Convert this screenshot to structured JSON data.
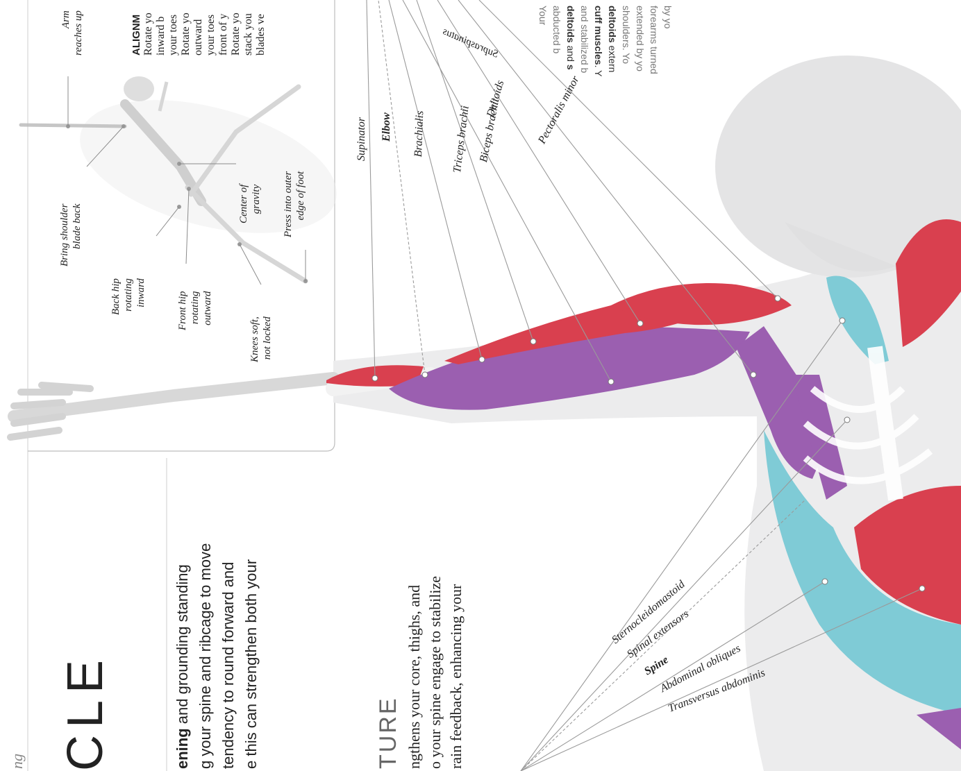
{
  "page": {
    "header_fragment": "ng",
    "title_fragment": "CLE",
    "intro_lines": [
      {
        "bold": "ening",
        "rest": " and grounding standing"
      },
      {
        "bold": "",
        "rest": "g your spine and ribcage to move"
      },
      {
        "bold": "",
        "rest": "tendency to round forward and"
      },
      {
        "bold": "",
        "rest": "e this can strengthen both your"
      }
    ],
    "section_heading": "TURE",
    "section_lines": [
      "ngthens your core, thighs, and",
      "o your spine engage to stabilize",
      "rain feedback, enhancing your"
    ]
  },
  "alignment_box": {
    "heading": "ALIGNM",
    "lines": [
      "Rotate yo",
      "inward b",
      "your toes",
      "Rotate yo",
      "outward",
      "your toes",
      "front of y",
      "Rotate yo",
      "stack you",
      "blades ve"
    ]
  },
  "skeleton_labels": [
    {
      "id": "arm",
      "lines": [
        "Arm",
        "reaches up"
      ]
    },
    {
      "id": "shoulder",
      "lines": [
        "Bring shoulder",
        "blade back"
      ]
    },
    {
      "id": "back_hip",
      "lines": [
        "Back hip",
        "rotating",
        "inward"
      ]
    },
    {
      "id": "front_hip",
      "lines": [
        "Front hip",
        "rotating",
        "outward"
      ]
    },
    {
      "id": "knees",
      "lines": [
        "Knees soft,",
        "not locked"
      ]
    },
    {
      "id": "gravity",
      "lines": [
        "Center of",
        "gravity"
      ]
    },
    {
      "id": "foot",
      "lines": [
        "Press into outer",
        "edge of foot"
      ]
    }
  ],
  "muscle_labels_top": [
    {
      "text": "Supinator",
      "bold": false
    },
    {
      "text": "Elbow",
      "bold": true
    },
    {
      "text": "Brachialis",
      "bold": false
    },
    {
      "text": "Triceps brachii",
      "bold": false
    },
    {
      "text": "Biceps brachii",
      "bold": false
    },
    {
      "text": "Deltoids",
      "bold": false
    },
    {
      "text": "Pectoralis minor",
      "bold": false
    },
    {
      "text": "Supraspinatus",
      "bold": false
    }
  ],
  "muscle_labels_bottom": [
    {
      "text": "Sternocleidomastoid",
      "bold": false
    },
    {
      "text": "Spinal extensors",
      "bold": false
    },
    {
      "text": "Spine",
      "bold": true
    },
    {
      "text": "Abdominal obliques",
      "bold": false
    },
    {
      "text": "Transversus abdominis",
      "bold": false
    }
  ],
  "side_note": {
    "lines": [
      {
        "parts": [
          {
            "t": "Your",
            "b": false
          }
        ]
      },
      {
        "parts": [
          {
            "t": "abducted b",
            "b": false
          }
        ]
      },
      {
        "parts": [
          {
            "t": "deltoids",
            "b": true
          },
          {
            "t": " and ",
            "b": false
          },
          {
            "t": "s",
            "b": true
          }
        ]
      },
      {
        "parts": [
          {
            "t": "and stabilized b",
            "b": false
          }
        ]
      },
      {
        "parts": [
          {
            "t": "cuff muscles",
            "b": true
          },
          {
            "t": ". Y",
            "b": false
          }
        ]
      },
      {
        "parts": [
          {
            "t": "deltoids",
            "b": true
          },
          {
            "t": " extern",
            "b": false
          }
        ]
      },
      {
        "parts": [
          {
            "t": "shoulders. Yo",
            "b": false
          }
        ]
      },
      {
        "parts": [
          {
            "t": "extended by yo",
            "b": false
          }
        ]
      },
      {
        "parts": [
          {
            "t": "forearms turned",
            "b": false
          }
        ]
      },
      {
        "parts": [
          {
            "t": "by yo",
            "b": false
          }
        ]
      }
    ]
  },
  "colors": {
    "muscle_red": "#d9404f",
    "muscle_purple": "#9b5fb0",
    "muscle_cyan": "#7fcbd6",
    "bone": "#f1f1f1",
    "body": "#e9e9ea",
    "line_gray": "#9a9a9a"
  }
}
